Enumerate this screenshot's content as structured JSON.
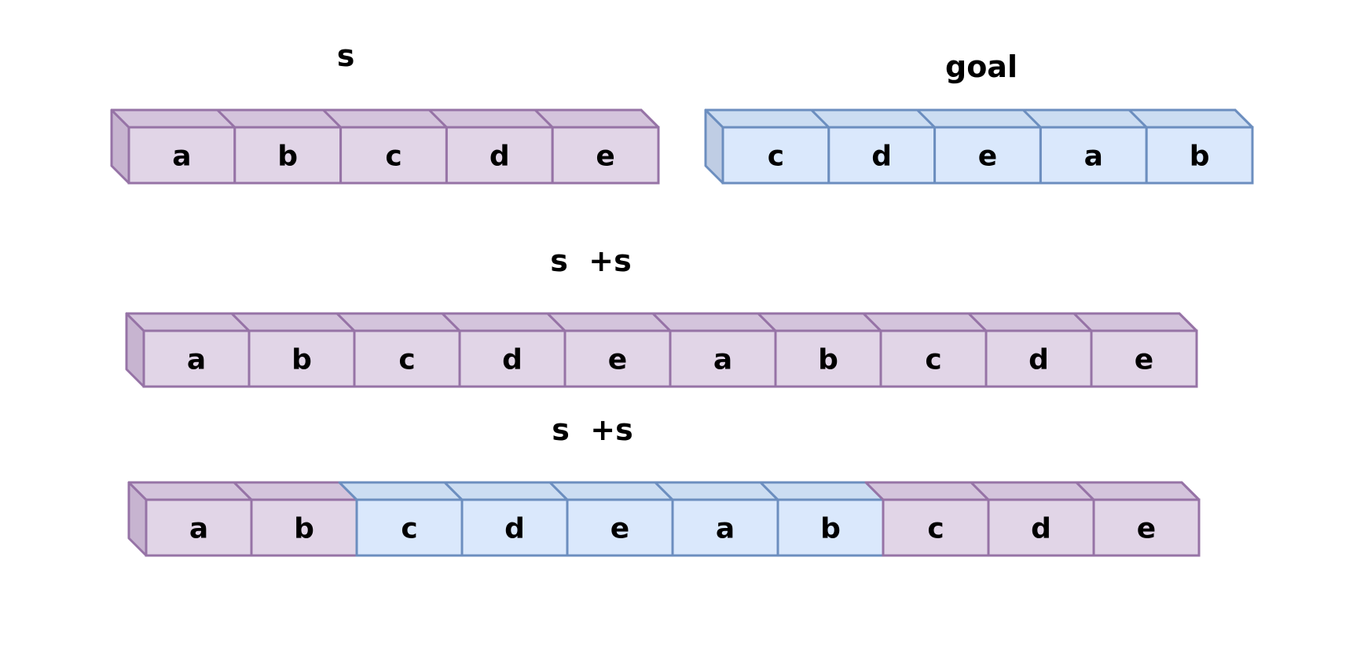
{
  "colors": {
    "purple": {
      "front": "#E1D5E7",
      "top": "#D4C4DC",
      "side": "#C7B4D0",
      "stroke": "#9673A6"
    },
    "blue": {
      "front": "#DAE8FC",
      "top": "#CCDDF2",
      "side": "#BFCDE4",
      "stroke": "#6C8EBF"
    }
  },
  "labels": {
    "s": "s",
    "goal": "goal",
    "concat_1": "s  +s",
    "concat_2": "s  +s"
  },
  "arrays": {
    "s": {
      "cells": [
        {
          "text": "a",
          "color": "purple"
        },
        {
          "text": "b",
          "color": "purple"
        },
        {
          "text": "c",
          "color": "purple"
        },
        {
          "text": "d",
          "color": "purple"
        },
        {
          "text": "e",
          "color": "purple"
        }
      ]
    },
    "goal": {
      "cells": [
        {
          "text": "c",
          "color": "blue"
        },
        {
          "text": "d",
          "color": "blue"
        },
        {
          "text": "e",
          "color": "blue"
        },
        {
          "text": "a",
          "color": "blue"
        },
        {
          "text": "b",
          "color": "blue"
        }
      ]
    },
    "concat_1": {
      "cells": [
        {
          "text": "a",
          "color": "purple"
        },
        {
          "text": "b",
          "color": "purple"
        },
        {
          "text": "c",
          "color": "purple"
        },
        {
          "text": "d",
          "color": "purple"
        },
        {
          "text": "e",
          "color": "purple"
        },
        {
          "text": "a",
          "color": "purple"
        },
        {
          "text": "b",
          "color": "purple"
        },
        {
          "text": "c",
          "color": "purple"
        },
        {
          "text": "d",
          "color": "purple"
        },
        {
          "text": "e",
          "color": "purple"
        }
      ]
    },
    "concat_2": {
      "cells": [
        {
          "text": "a",
          "color": "purple"
        },
        {
          "text": "b",
          "color": "purple"
        },
        {
          "text": "c",
          "color": "blue"
        },
        {
          "text": "d",
          "color": "blue"
        },
        {
          "text": "e",
          "color": "blue"
        },
        {
          "text": "a",
          "color": "blue"
        },
        {
          "text": "b",
          "color": "blue"
        },
        {
          "text": "c",
          "color": "purple"
        },
        {
          "text": "d",
          "color": "purple"
        },
        {
          "text": "e",
          "color": "purple"
        }
      ]
    }
  }
}
